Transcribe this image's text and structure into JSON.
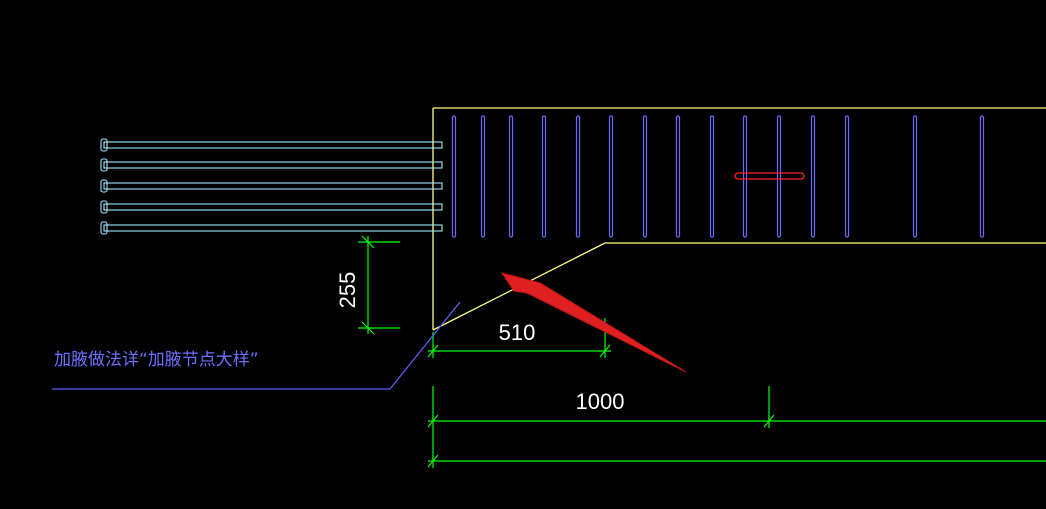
{
  "drawing": {
    "background": "#000000",
    "colors": {
      "outline": "#ffff80",
      "rebar_cyan": "#a0e8ff",
      "rebar_blue": "#6a6aff",
      "dimension": "#00ff00",
      "leader": "#6060ff",
      "highlight": "#ff2020",
      "arrow": "#e02020",
      "text": "#ffffff",
      "note": "#6f6fff"
    },
    "dimensions": {
      "vertical_haunch_height": "255",
      "horizontal_haunch_length": "510",
      "bottom_span": "1000"
    },
    "note": "加腋做法详“加腋节点大样”"
  }
}
